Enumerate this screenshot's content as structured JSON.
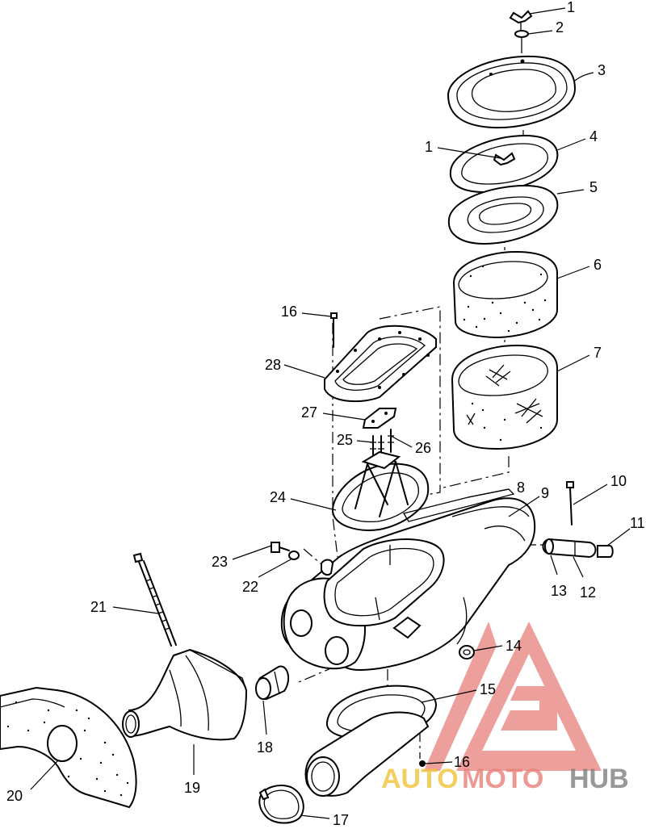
{
  "callouts": [
    {
      "id": "c1a",
      "text": "1"
    },
    {
      "id": "c2",
      "text": "2"
    },
    {
      "id": "c3",
      "text": "3"
    },
    {
      "id": "c4",
      "text": "4"
    },
    {
      "id": "c1b",
      "text": "1"
    },
    {
      "id": "c5",
      "text": "5"
    },
    {
      "id": "c6",
      "text": "6"
    },
    {
      "id": "c7",
      "text": "7"
    },
    {
      "id": "c16a",
      "text": "16"
    },
    {
      "id": "c28",
      "text": "28"
    },
    {
      "id": "c27",
      "text": "27"
    },
    {
      "id": "c25",
      "text": "25"
    },
    {
      "id": "c26",
      "text": "26"
    },
    {
      "id": "c24",
      "text": "24"
    },
    {
      "id": "c8",
      "text": "8"
    },
    {
      "id": "c9",
      "text": "9"
    },
    {
      "id": "c10",
      "text": "10"
    },
    {
      "id": "c11",
      "text": "11"
    },
    {
      "id": "c13",
      "text": "13"
    },
    {
      "id": "c12",
      "text": "12"
    },
    {
      "id": "c23",
      "text": "23"
    },
    {
      "id": "c22",
      "text": "22"
    },
    {
      "id": "c21",
      "text": "21"
    },
    {
      "id": "c14",
      "text": "14"
    },
    {
      "id": "c15",
      "text": "15"
    },
    {
      "id": "c18",
      "text": "18"
    },
    {
      "id": "c19",
      "text": "19"
    },
    {
      "id": "c16b",
      "text": "16"
    },
    {
      "id": "c20",
      "text": "20"
    },
    {
      "id": "c17",
      "text": "17"
    }
  ],
  "watermark": {
    "part1": "AUTO",
    "part2": "MOTO",
    "part3": "HUB",
    "colors": {
      "auto": "#f2c23a",
      "moto": "#e8807a",
      "hub": "#7f7f7f",
      "logo": "#e8807a"
    }
  }
}
